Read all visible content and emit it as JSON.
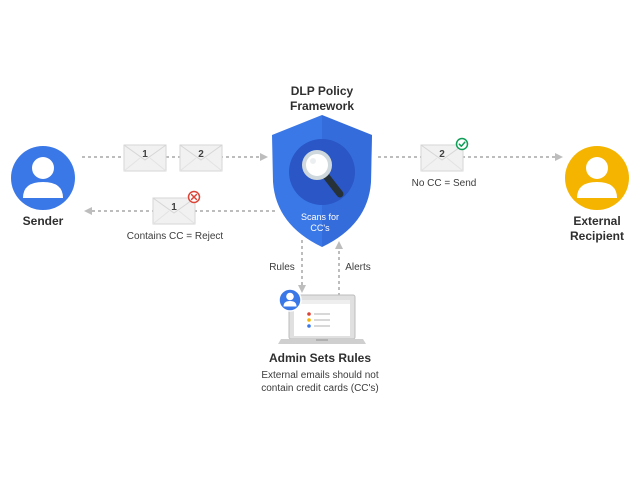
{
  "diagram": {
    "title": "DLP Policy Framework",
    "scan_label": "Scans for CC's",
    "sender": {
      "label": "Sender"
    },
    "recipient": {
      "label": "External Recipient"
    },
    "email_1": {
      "number": "1"
    },
    "email_2": {
      "number": "2"
    },
    "email_2_sent": {
      "number": "2"
    },
    "email_1_rejected": {
      "number": "1"
    },
    "send_label": "No CC = Send",
    "reject_label": "Contains CC = Reject",
    "rules_label": "Rules",
    "alerts_label": "Alerts",
    "admin": {
      "title": "Admin Sets Rules",
      "description": "External emails should not contain credit cards (CC's)"
    },
    "colors": {
      "shield": "#3b78e7",
      "shield_dark": "#2a56c6",
      "sender": "#3b78e7",
      "recipient": "#f4b400",
      "reject": "#db4437",
      "accept": "#0f9d58",
      "arrow": "#bdbdbd"
    }
  }
}
